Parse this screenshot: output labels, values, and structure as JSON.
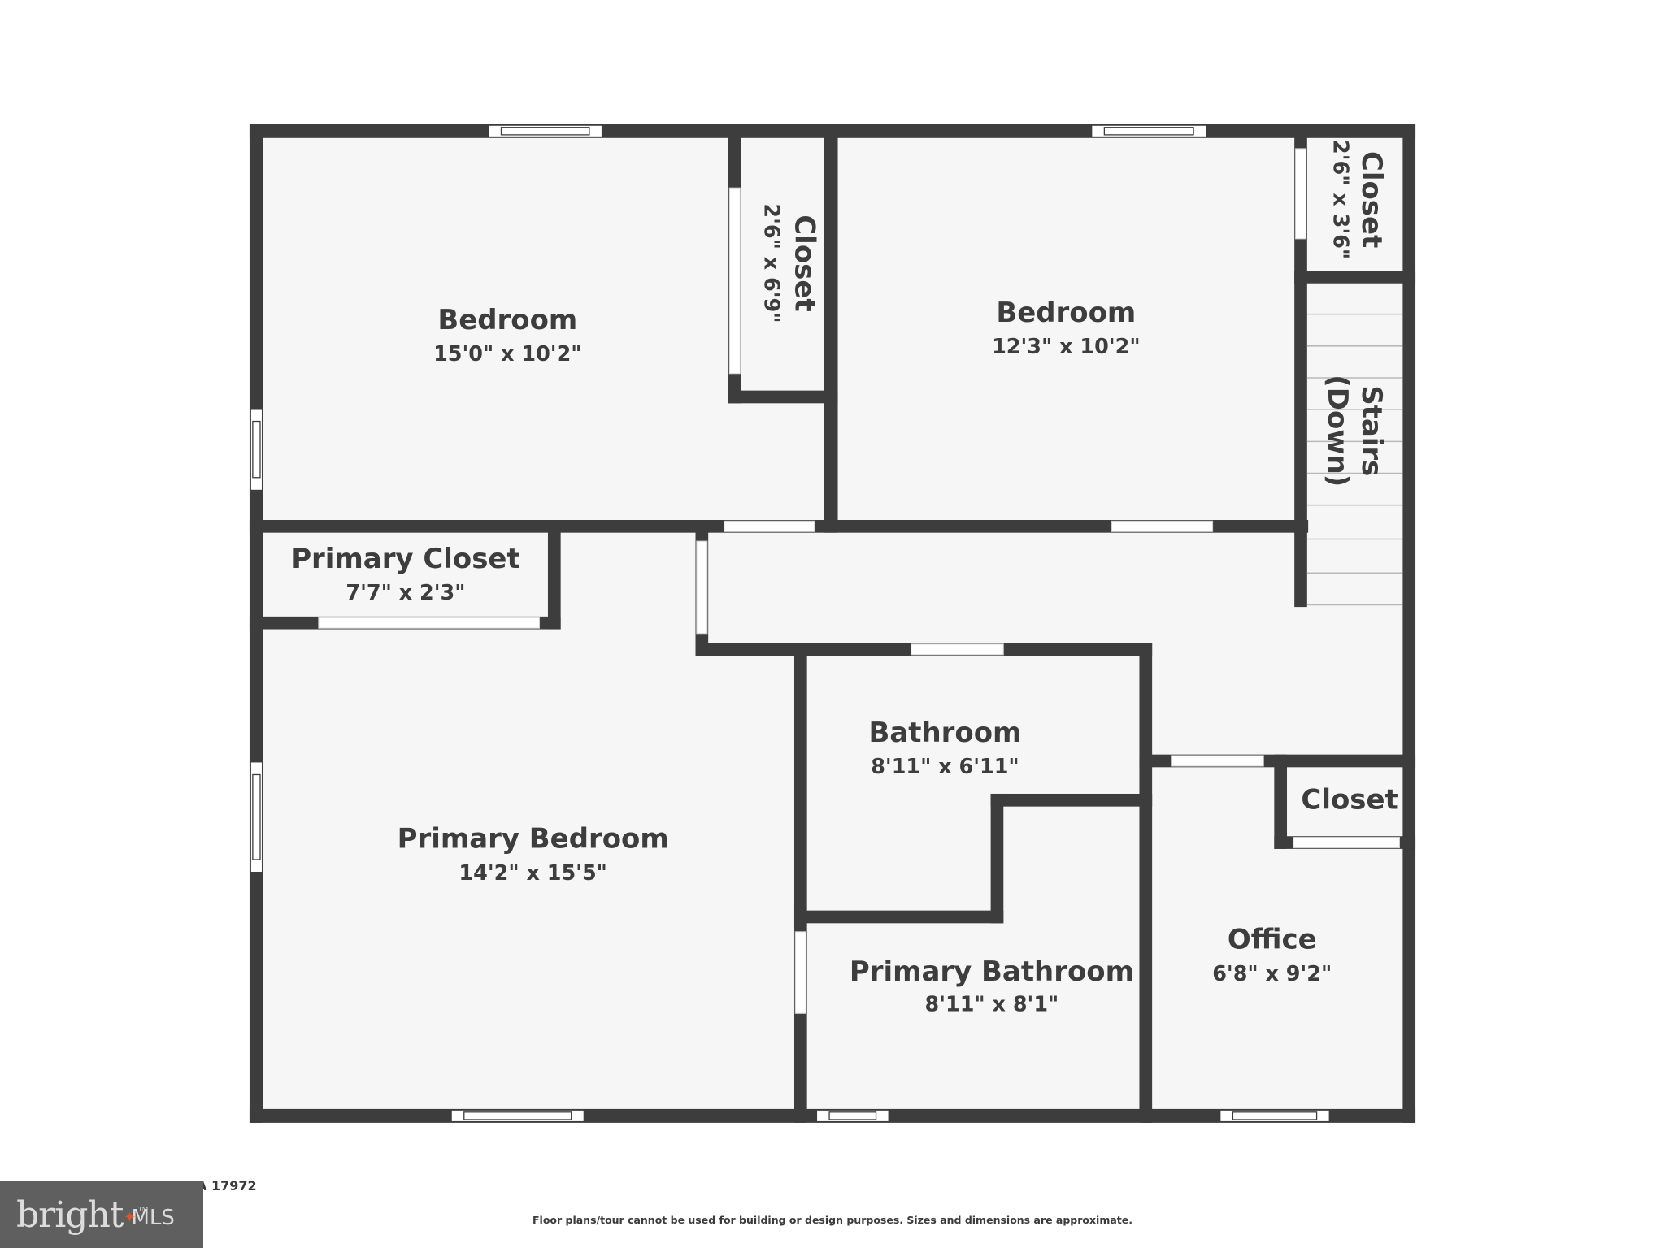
{
  "colors": {
    "wall": "#3d3d3d",
    "floor": "#f6f6f6",
    "opening": "#ffffff",
    "text": "#3d3d3d",
    "logo_bg": "#5f5f5f",
    "logo_text": "#dcdcdc",
    "logo_accent": "#e0532b"
  },
  "rooms": [
    {
      "id": "bedroom-1",
      "name": "Bedroom",
      "dims": "15'0\" x 10'2\""
    },
    {
      "id": "closet-1",
      "name": "Closet",
      "dims": "2'6\" x 6'9\"",
      "rotated": true
    },
    {
      "id": "bedroom-2",
      "name": "Bedroom",
      "dims": "12'3\" x 10'2\""
    },
    {
      "id": "closet-2",
      "name": "Closet",
      "dims": "2'6\" x 3'6\"",
      "rotated": true
    },
    {
      "id": "stairs",
      "name": "Stairs",
      "dims": "(Down)",
      "rotated": true
    },
    {
      "id": "primary-closet",
      "name": "Primary Closet",
      "dims": "7'7\" x 2'3\""
    },
    {
      "id": "primary-bedroom",
      "name": "Primary Bedroom",
      "dims": "14'2\" x 15'5\""
    },
    {
      "id": "bathroom",
      "name": "Bathroom",
      "dims": "8'11\" x 6'11\""
    },
    {
      "id": "primary-bathroom",
      "name": "Primary Bathroom",
      "dims": "8'11\" x 8'1\""
    },
    {
      "id": "closet-3",
      "name": "Closet",
      "dims": ""
    },
    {
      "id": "office",
      "name": "Office",
      "dims": "6'8\" x 9'2\""
    }
  ],
  "footer": {
    "address_visible": "A 17972",
    "disclaimer": "Floor plans/tour cannot be used for building or design purposes. Sizes and dimensions are approximate."
  },
  "logo": {
    "wordmark": "bright",
    "suffix": "MLS",
    "trademark": "TM"
  }
}
